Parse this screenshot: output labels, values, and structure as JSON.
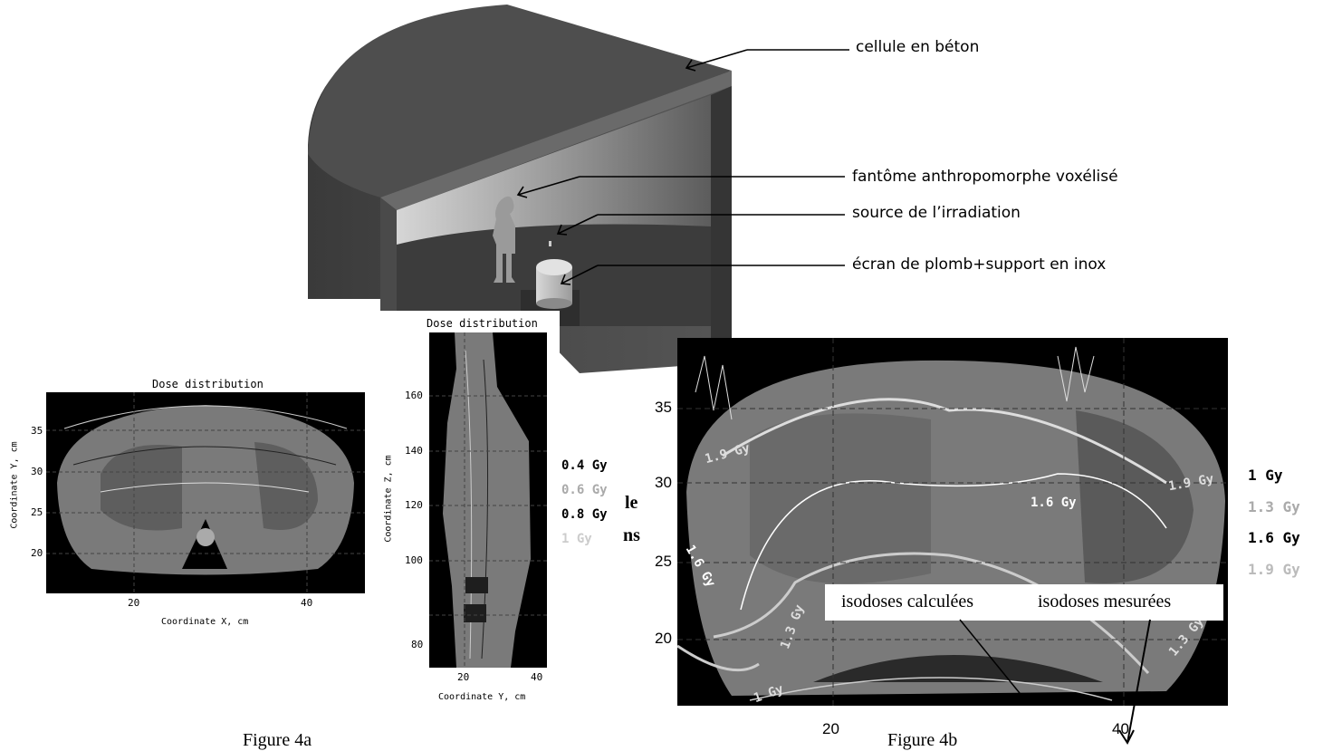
{
  "callouts": {
    "concrete_cell": "cellule en béton",
    "phantom": "fantôme anthropomorphe voxélisé",
    "source": "source de l’irradiation",
    "lead_screen": "écran de plomb+support en inox"
  },
  "fig4a": {
    "axial": {
      "title": "Dose distribution",
      "xlabel": "Coordinate X, cm",
      "ylabel": "Coordinate Y, cm",
      "xticks": [
        "20",
        "40"
      ],
      "yticks": [
        "35",
        "30",
        "25",
        "20"
      ]
    },
    "sagittal": {
      "title": "Dose distribution",
      "xlabel": "Coordinate Y, cm",
      "ylabel": "Coordinate Z, cm",
      "xticks": [
        "20",
        "40"
      ],
      "yticks": [
        "160",
        "140",
        "120",
        "100",
        "80"
      ]
    },
    "legend": [
      {
        "label": "0.4 Gy",
        "color": "#000000"
      },
      {
        "label": "0.6 Gy",
        "color": "#aaaaaa"
      },
      {
        "label": "0.8 Gy",
        "color": "#000000"
      },
      {
        "label": "1 Gy",
        "color": "#cccccc"
      }
    ],
    "caption": "Figure 4a"
  },
  "overlap_fragments": [
    "le",
    "ns"
  ],
  "fig4b": {
    "xticks": [
      "20",
      "40"
    ],
    "yticks": [
      "35",
      "30",
      "25",
      "20"
    ],
    "contour_labels": [
      "1.9 Gy",
      "1.9 Gy",
      "1.6 Gy",
      "1.6 Gy",
      "1.3 Gy",
      "1.3 Gy",
      "1 Gy"
    ],
    "legend": [
      {
        "label": "1 Gy",
        "color": "#000000"
      },
      {
        "label": "1.3 Gy",
        "color": "#aaaaaa"
      },
      {
        "label": "1.6 Gy",
        "color": "#000000"
      },
      {
        "label": "1.9 Gy",
        "color": "#bbbbbb"
      }
    ],
    "iso_calc": "isodoses calculées",
    "iso_meas": "isodoses mesurées",
    "caption": "Figure 4b"
  }
}
